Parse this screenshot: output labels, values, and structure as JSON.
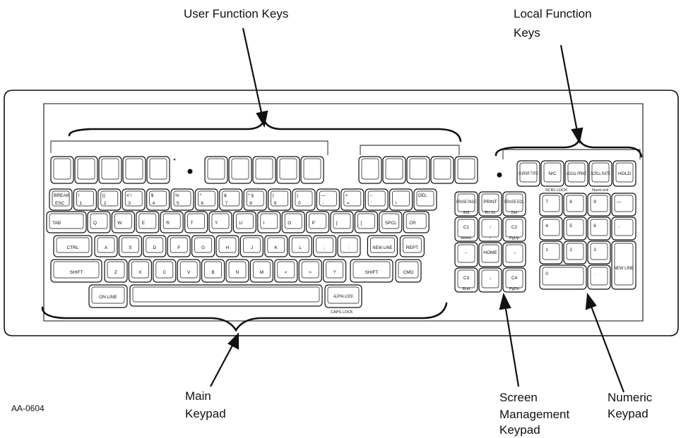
{
  "callouts": {
    "user_function_keys": "User Function Keys",
    "local_function_line1": "Local Function",
    "local_function_line2": "Keys",
    "main_line1": "Main",
    "main_line2": "Keypad",
    "screen_line1": "Screen",
    "screen_line2": "Management",
    "screen_line3": "Keypad",
    "numeric_line1": "Numeric",
    "numeric_line2": "Keypad"
  },
  "figure_id": "AA-0604",
  "keys": {
    "number_row": [
      {
        "top": "BREAK",
        "bottom": "ESC"
      },
      {
        "top": "!",
        "bottom": "1"
      },
      {
        "top": "((",
        "bottom": "2"
      },
      {
        "top": "# !",
        "bottom": "3"
      },
      {
        "top": "$",
        "bottom": "4"
      },
      {
        "top": "%",
        "bottom": "5"
      },
      {
        "top": "^",
        "bottom": "6"
      },
      {
        "top": "&",
        "bottom": "7"
      },
      {
        "top": "* §",
        "bottom": "8"
      },
      {
        "top": "(",
        "bottom": "9"
      },
      {
        "top": ")",
        "bottom": "0"
      },
      {
        "top": "—",
        "bottom": "-"
      },
      {
        "top": "+",
        "bottom": "="
      },
      {
        "top": "~",
        "bottom": "'"
      },
      {
        "top": "",
        "bottom": "\\"
      },
      {
        "top": "DEL",
        "bottom": ""
      }
    ],
    "qwerty_row": [
      "TAB",
      "Q",
      "W",
      "E",
      "R",
      "T",
      "Y",
      "U",
      "I",
      "O",
      "P",
      "[",
      "]",
      "SPCL",
      "CR"
    ],
    "home_row": [
      "CTRL",
      "A",
      "S",
      "D",
      "F",
      "G",
      "H",
      "J",
      "K",
      "L",
      ";",
      ":",
      "NEW LINE",
      "REPT"
    ],
    "shift_row": [
      "SHIFT",
      "Z",
      "X",
      "C",
      "V",
      "B",
      "N",
      "M",
      "<",
      ">",
      "?",
      "SHIFT",
      "CMD"
    ],
    "on_line": "ON LINE",
    "alpha_lock": "ALPHA LOCK",
    "caps_lock": "CAPS LOCK",
    "local_function": [
      "CURSR TYPE",
      "N/C",
      "LOCAL PRINT",
      "SCRLL RATE",
      "HOLD"
    ],
    "scroll_lock": "SCRL LOCK",
    "num_lock": "NumLock",
    "screen_mgmt": [
      {
        "label": "ERASE PAGE",
        "sub": "INS"
      },
      {
        "label": "PRINT",
        "sub": "Prt Sc"
      },
      {
        "label": "ERASE EOL",
        "sub": "Del"
      },
      {
        "label": "C1",
        "sub": "Home"
      },
      {
        "label": "↑",
        "sub": "↑"
      },
      {
        "label": "C2",
        "sub": "PgUp"
      },
      {
        "label": "←",
        "sub": ""
      },
      {
        "label": "HOME",
        "sub": ""
      },
      {
        "label": "→",
        "sub": ""
      },
      {
        "label": "C3",
        "sub": "End"
      },
      {
        "label": "↓",
        "sub": ""
      },
      {
        "label": "C4",
        "sub": "PgDn"
      }
    ],
    "numeric": [
      "7",
      "8",
      "9",
      "—",
      "4",
      "5",
      "6",
      ",",
      "1",
      "2",
      "3",
      "0",
      ".",
      "NEW LINE"
    ]
  }
}
